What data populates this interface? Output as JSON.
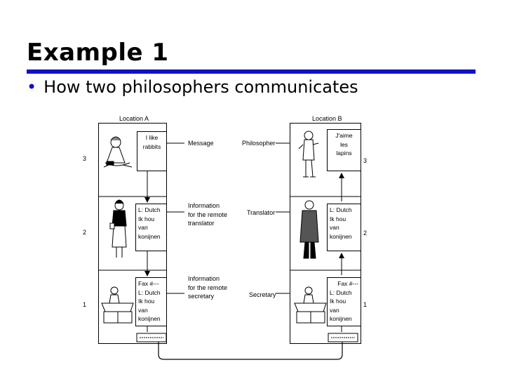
{
  "slide": {
    "title": "Example 1",
    "bullet": "How two philosophers communicates"
  },
  "diagram": {
    "location_a": "Location A",
    "location_b": "Location B",
    "layers": {
      "three": "3",
      "two": "2",
      "one": "1"
    },
    "middle": {
      "message": "Message",
      "philosopher": "Philosopher",
      "info_translator": [
        "Information",
        "for the remote",
        "translator"
      ],
      "translator": "Translator",
      "info_secretary": [
        "Information",
        "for the remote",
        "secretary"
      ],
      "secretary": "Secretary"
    },
    "a_messages": {
      "l3": [
        "I like",
        "rabbits"
      ],
      "l2": [
        "L: Dutch",
        "Ik hou",
        "van",
        "konijnen"
      ],
      "l1": [
        "Fax #---",
        "L: Dutch",
        "Ik hou",
        "van",
        "konijnen"
      ]
    },
    "b_messages": {
      "l3": [
        "J'aime",
        "les",
        "lapins"
      ],
      "l2": [
        "L: Dutch",
        "Ik hou",
        "van",
        "konijnen"
      ],
      "l1": [
        "Fax #---",
        "L: Dutch",
        "Ik hou",
        "van",
        "konijnen"
      ]
    }
  },
  "colors": {
    "accent": "#1010c8",
    "line": "#000000"
  }
}
